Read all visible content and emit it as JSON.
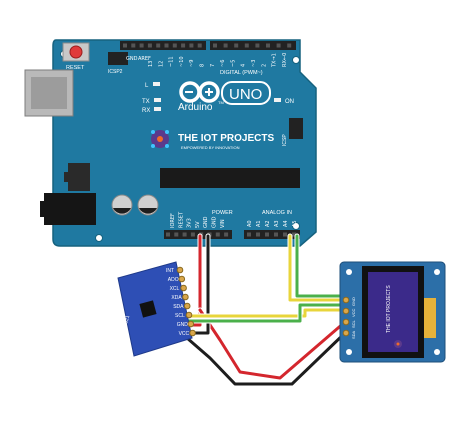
{
  "board": {
    "reset_label": "RESET",
    "icsp2_label": "ICSP2",
    "digital_label": "DIGITAL (PWM~)",
    "aref_label": "AREF",
    "gnd_label": "GND",
    "l_label": "L",
    "tx_label": "TX",
    "rx_label": "RX",
    "brand": "Arduino",
    "tm": "TM",
    "model": "UNO",
    "on_label": "ON",
    "icsp_label": "ICSP",
    "power_label": "POWER",
    "analog_label": "ANALOG IN",
    "digital_pins": [
      "13",
      "12",
      "~11",
      "~10",
      "~9",
      "8",
      "7",
      "~6",
      "~5",
      "4",
      "~3",
      "2",
      "TX→1",
      "RX←0"
    ],
    "power_pins": [
      "IOREF",
      "RESET",
      "3V3",
      "5V",
      "GND",
      "GND",
      "VIN"
    ],
    "analog_pins": [
      "A0",
      "A1",
      "A2",
      "A3",
      "A4",
      "A5"
    ]
  },
  "logo": {
    "title": "THE IOT PROJECTS",
    "tagline": "EMPOWERED BY INNOVATION"
  },
  "sensor": {
    "pins": [
      "INT",
      "ADO",
      "XCL",
      "XDA",
      "SDA",
      "SCL",
      "GND",
      "VCC"
    ],
    "chip_label": "GY-521"
  },
  "oled": {
    "pins": [
      "GND",
      "VCC",
      "SCL",
      "SDA"
    ],
    "screen_text": "THE IOT PROJECTS"
  },
  "colors": {
    "board": "#1f79a1",
    "board_edge": "#16627f",
    "wire_red": "#d4262d",
    "wire_black": "#1d1d1d",
    "wire_yellow": "#e8d53b",
    "wire_green": "#4bb04b",
    "oled_pcb": "#2c6fa8",
    "oled_screen": "#3b2a8a",
    "sensor_pcb": "#2e4fb5"
  }
}
